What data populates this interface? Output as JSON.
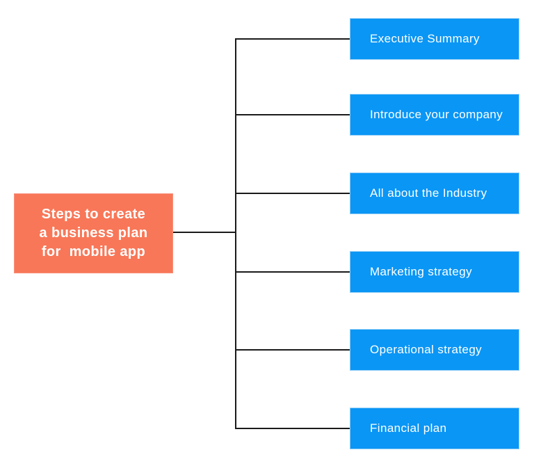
{
  "diagram": {
    "type": "mindmap",
    "root": {
      "label": "Steps to create\na business plan\nfor  mobile app"
    },
    "children": [
      {
        "label": "Executive Summary"
      },
      {
        "label": "Introduce your company"
      },
      {
        "label": "All about the Industry"
      },
      {
        "label": "Marketing strategy"
      },
      {
        "label": "Operational strategy"
      },
      {
        "label": "Financial plan"
      }
    ],
    "colors": {
      "root_fill": "#F87758",
      "root_border": "#F9907B",
      "child_fill": "#0A96F5",
      "child_border": "#93CDF6",
      "text": "#FFFFFF",
      "connector": "#1A1A1A",
      "background": "#FFFFFF"
    }
  }
}
